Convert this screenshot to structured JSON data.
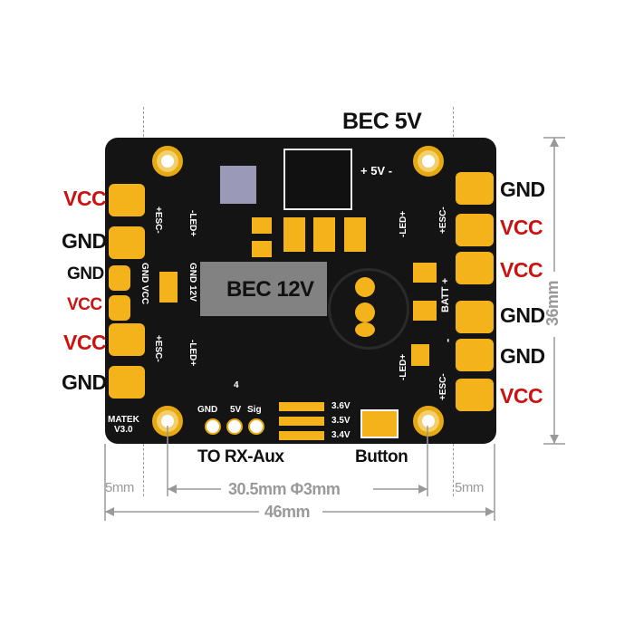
{
  "colors": {
    "board": "#141414",
    "pad": "#f4b21b",
    "red_label": "#cc1111",
    "dim_line": "#999999"
  },
  "top_label": "BEC 5V",
  "left_pads": [
    "VCC",
    "GND",
    "GND",
    "VCC",
    "VCC",
    "GND"
  ],
  "right_pads": [
    "GND",
    "VCC",
    "VCC",
    "GND",
    "GND",
    "VCC"
  ],
  "board_text": {
    "bec12": "BEC 12V",
    "plus5v": "+ 5V -",
    "esc_tl": "+ESC-",
    "led_tl": "-LED+",
    "esc_bl": "+ESC-",
    "led_bl": "-LED+",
    "gnd12v": "GND 12V",
    "gndvcc": "GND VCC",
    "led_tr": "-LED+",
    "esc_tr": "+ESC-",
    "batt": "BATT +",
    "minus": "-",
    "led_br": "-LED+",
    "esc_br": "+ESC-",
    "matek1": "MATEK",
    "matek2": "V3.0",
    "gnd": "GND",
    "v5": "5V",
    "sig": "Sig",
    "v36": "3.6V",
    "v35": "3.5V",
    "v34": "3.4V",
    "four": "4"
  },
  "bottom_labels": {
    "rx_aux": "TO RX-Aux",
    "button": "Button"
  },
  "dimensions": {
    "left_margin": "5mm",
    "center": "30.5mm Φ3mm",
    "right_margin": "5mm",
    "width": "46mm",
    "height": "36mm"
  }
}
